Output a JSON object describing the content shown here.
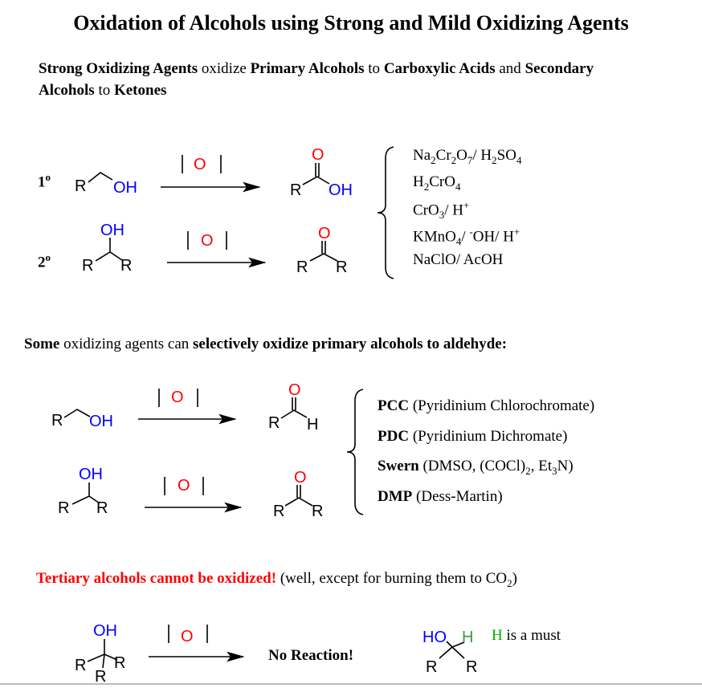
{
  "title": "Oxidation of Alcohols using Strong and Mild Oxidizing Agents",
  "intro": {
    "p1": "Strong Oxidizing Agents",
    "p2": " oxidize ",
    "p3": "Primary Alcohols",
    "p4": " to ",
    "p5": "Carboxylic Acids",
    "p6": " and ",
    "p7": "Secondary",
    "p8": "Alcohols",
    "p9": " to ",
    "p10": "Ketones"
  },
  "strong": {
    "primary_label": "1",
    "secondary_label": "2",
    "degree": "o",
    "reagent_symbol": "O",
    "bracket_open": "[",
    "bracket_close": "]",
    "atoms": {
      "R": "R",
      "OH": "OH",
      "O": "O",
      "H": "H",
      "HO": "HO"
    },
    "reagents": [
      {
        "parts": [
          "Na",
          "2",
          "Cr",
          "2",
          "O",
          "7",
          "/ H",
          "2",
          "SO",
          "4"
        ]
      },
      {
        "parts": [
          "H",
          "2",
          "CrO",
          "4"
        ]
      },
      {
        "parts": [
          "CrO",
          "3",
          "/ H",
          "+"
        ]
      },
      {
        "parts": [
          "KMnO",
          "4",
          "/ ",
          "-",
          "OH/ H",
          "+"
        ]
      },
      {
        "parts": [
          "NaClO/ AcOH"
        ]
      }
    ]
  },
  "mild": {
    "heading": {
      "p1": "Some",
      "p2": " oxidizing agents can ",
      "p3": "selectively oxidize primary alcohols to aldehyde:"
    },
    "reagents": [
      {
        "name": "PCC",
        "desc": " (Pyridinium Chlorochromate)"
      },
      {
        "name": "PDC",
        "desc": " (Pyridinium Dichromate)"
      },
      {
        "name": "Swern",
        "desc": " (DMSO, (COCl)",
        "sub": "2",
        "desc2": ", Et",
        "sub2": "3",
        "desc3": "N)"
      },
      {
        "name": "DMP",
        "desc": " (Dess-Martin)"
      }
    ]
  },
  "tertiary": {
    "warning": "Tertiary alcohols cannot be oxidized!",
    "note": " (well, except for burning them to CO",
    "note_sub": "2",
    "note_end": ")",
    "no_reaction": "No Reaction!",
    "h_must_h": "H",
    "h_must_rest": " is a must"
  },
  "colors": {
    "oxygen": "#ff0000",
    "hydroxyl": "#0000ff",
    "hydrogen": "#00b000",
    "text": "#000000"
  }
}
